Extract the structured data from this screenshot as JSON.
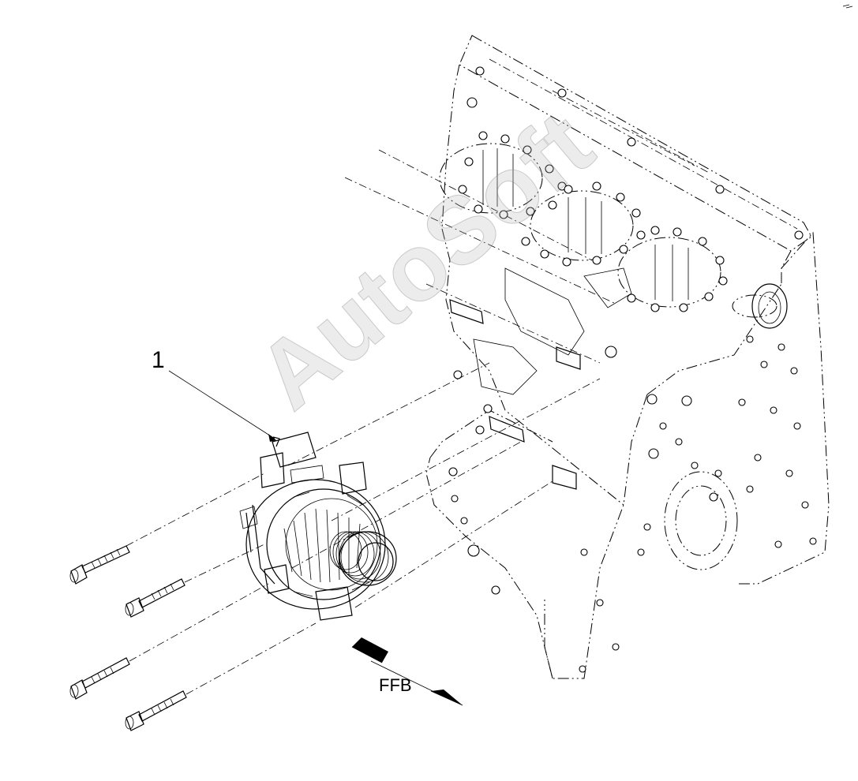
{
  "diagram": {
    "callouts": [
      {
        "id": "1",
        "label": "1",
        "part": "alternator"
      }
    ],
    "direction_marker": {
      "label": "FFB"
    },
    "watermark": "AutoSoft",
    "parts": {
      "engine_block": "engine-block-phantom",
      "alternator": "alternator",
      "bolts": [
        "bolt-1",
        "bolt-2",
        "bolt-3",
        "bolt-4"
      ]
    }
  }
}
